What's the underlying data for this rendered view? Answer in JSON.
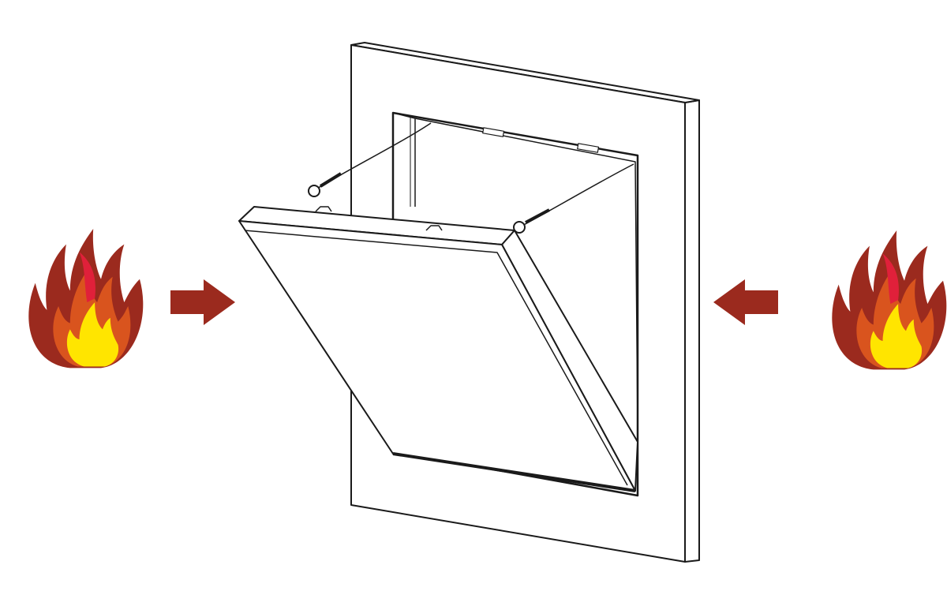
{
  "illustration": {
    "subject": "fire-rated-access-panel-open",
    "icons": [
      "flame-icon-left",
      "arrow-right-icon",
      "access-panel-drawing",
      "arrow-left-icon",
      "flame-icon-right"
    ]
  },
  "colors": {
    "flame_outer": "#9b2a1e",
    "flame_mid": "#d9541e",
    "flame_accent": "#e0203a",
    "flame_core": "#ffe500",
    "arrow": "#9b2a1e",
    "line": "#1a1a1a",
    "background": "#ffffff"
  }
}
